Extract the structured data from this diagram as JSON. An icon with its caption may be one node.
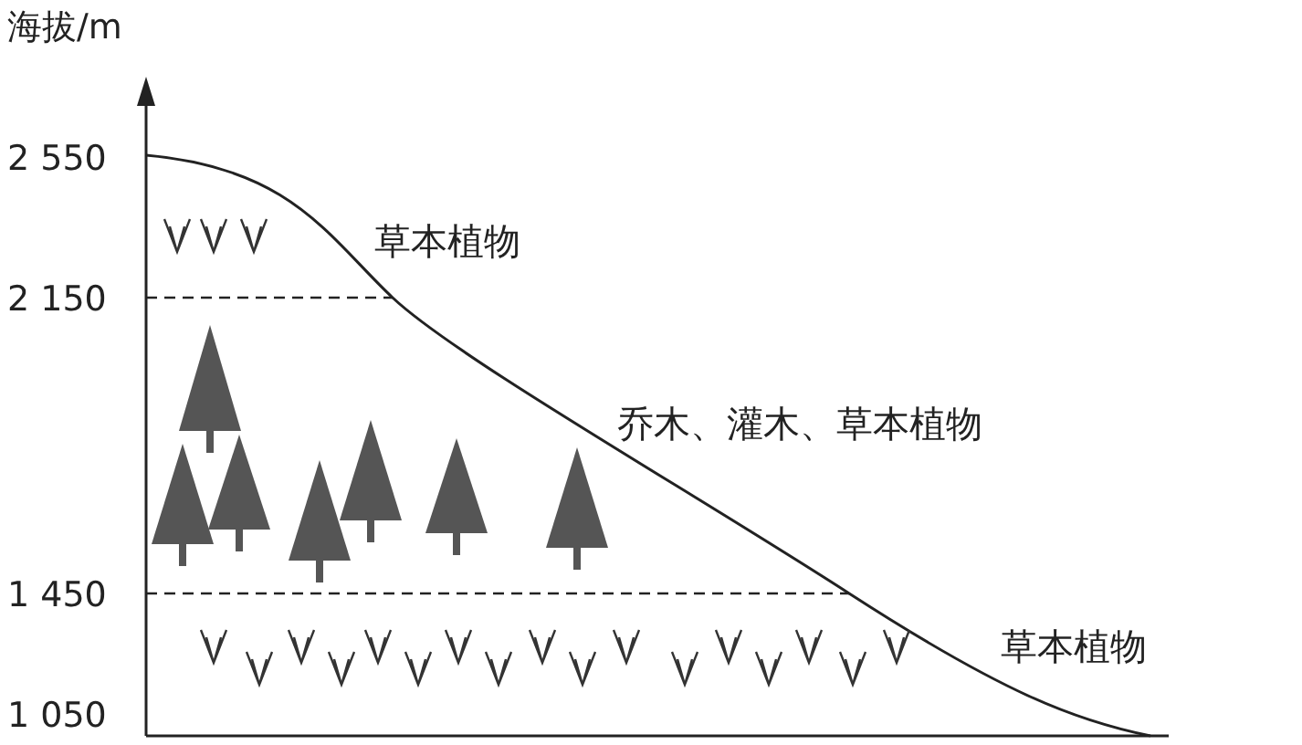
{
  "diagram": {
    "labels": [
      "海拔/m",
      "2 550",
      "2 150",
      "1 450",
      "1 050",
      "草本植物",
      "乔木、灌木、草本植物",
      "草本植物"
    ]
  }
}
